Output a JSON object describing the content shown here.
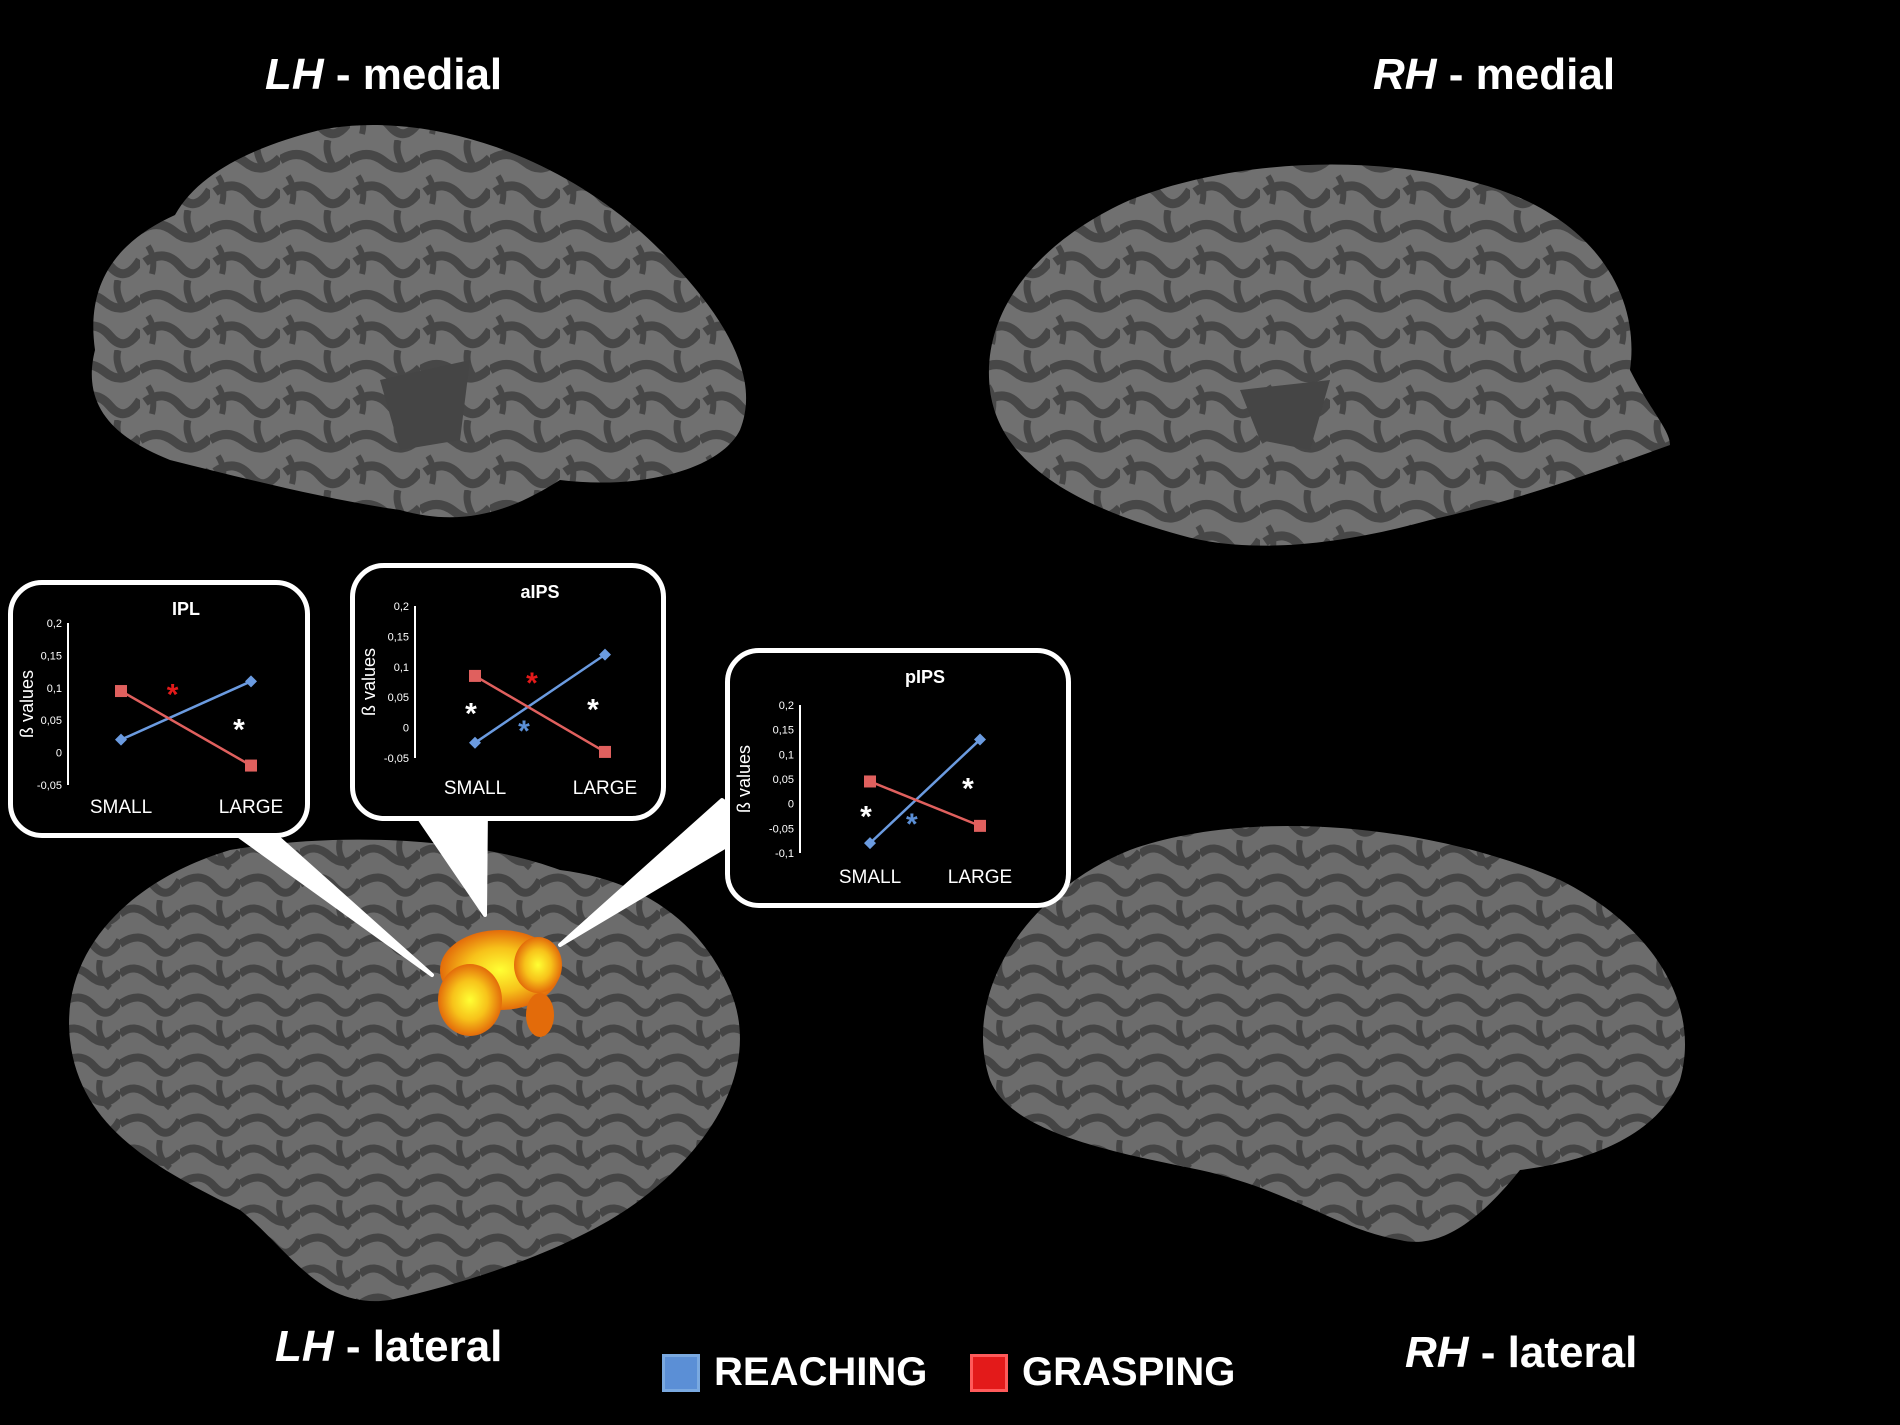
{
  "views": {
    "lh_medial": {
      "hemi": "LH",
      "side": "- medial"
    },
    "rh_medial": {
      "hemi": "RH",
      "side": "- medial"
    },
    "lh_lateral": {
      "hemi": "LH",
      "side": "- lateral"
    },
    "rh_lateral": {
      "hemi": "RH",
      "side": "- lateral"
    }
  },
  "legend": {
    "reaching": {
      "label": "REACHING",
      "color": "#5b8fd6"
    },
    "grasping": {
      "label": "GRASPING",
      "color": "#e31a1a"
    }
  },
  "colors": {
    "cortex_light": "#6e6e6e",
    "cortex_dark": "#474747",
    "activation": "#f5a623"
  },
  "chart_data": [
    {
      "type": "line",
      "title": "IPL",
      "ylabel": "ß values",
      "categories": [
        "SMALL",
        "LARGE"
      ],
      "yticks": [
        "0,2",
        "0,15",
        "0,1",
        "0,05",
        "0",
        "-0,05"
      ],
      "ylim": [
        -0.05,
        0.2
      ],
      "series": [
        {
          "key": "reaching",
          "values": [
            0.02,
            0.11
          ]
        },
        {
          "key": "grasping",
          "values": [
            0.095,
            -0.02
          ]
        }
      ],
      "annotations": [
        {
          "text": "*",
          "color": "red",
          "pos": "crossing"
        },
        {
          "text": "*",
          "color": "white",
          "pos": "large"
        }
      ]
    },
    {
      "type": "line",
      "title": "aIPS",
      "ylabel": "ß values",
      "categories": [
        "SMALL",
        "LARGE"
      ],
      "yticks": [
        "0,2",
        "0,15",
        "0,1",
        "0,05",
        "0",
        "-0,05"
      ],
      "ylim": [
        -0.05,
        0.2
      ],
      "series": [
        {
          "key": "reaching",
          "values": [
            -0.025,
            0.12
          ]
        },
        {
          "key": "grasping",
          "values": [
            0.085,
            -0.04
          ]
        }
      ],
      "annotations": [
        {
          "text": "*",
          "color": "red",
          "pos": "crossing"
        },
        {
          "text": "*",
          "color": "blue",
          "pos": "crossing-below"
        },
        {
          "text": "*",
          "color": "white",
          "pos": "small"
        },
        {
          "text": "*",
          "color": "white",
          "pos": "large"
        }
      ]
    },
    {
      "type": "line",
      "title": "pIPS",
      "ylabel": "ß values",
      "categories": [
        "SMALL",
        "LARGE"
      ],
      "yticks": [
        "0,2",
        "0,15",
        "0,1",
        "0,05",
        "0",
        "-0,05",
        "-0,1"
      ],
      "ylim": [
        -0.1,
        0.2
      ],
      "series": [
        {
          "key": "reaching",
          "values": [
            -0.08,
            0.13
          ]
        },
        {
          "key": "grasping",
          "values": [
            0.045,
            -0.045
          ]
        }
      ],
      "annotations": [
        {
          "text": "*",
          "color": "blue",
          "pos": "crossing-below"
        },
        {
          "text": "*",
          "color": "white",
          "pos": "small"
        },
        {
          "text": "*",
          "color": "white",
          "pos": "large"
        }
      ]
    }
  ]
}
